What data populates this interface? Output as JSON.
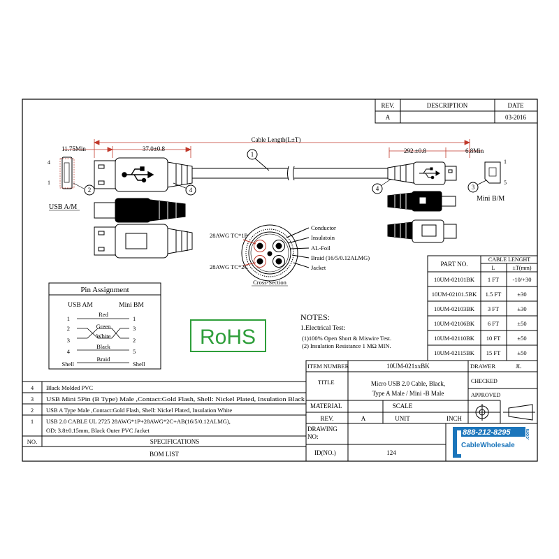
{
  "revision_block": {
    "rev_header": "REV.",
    "desc_header": "DESCRIPTION",
    "date_header": "DATE",
    "rev_value": "A",
    "date_value": "03-2016"
  },
  "dimensions": {
    "cable_length": "Cable Length(L±T)",
    "dim_1175": "11.75Min",
    "dim_370": "37.0±0.8",
    "dim_292": "292.±0.8",
    "dim_68": "6.8Min"
  },
  "callouts": {
    "c1": "1",
    "c2": "2",
    "c3": "3",
    "c4a": "4",
    "c4b": "4"
  },
  "face_labels": {
    "usb_a_pin4": "4",
    "usb_a_pin1": "1",
    "mini_pin1": "1",
    "mini_pin5": "5",
    "usb_am": "USB A/M",
    "mini_bm": "Mini B/M"
  },
  "cross_section": {
    "label_tc1p": "28AWG TC*1P",
    "label_tc2c": "28AWG TC*2C",
    "conductor": "Conductor",
    "insulation": "Insulatoin",
    "al_foil": "AL-Foil",
    "braid": "Braid (16/5/0.12ALMG)",
    "jacket": "Jacket",
    "title": "Cross-Section"
  },
  "pin_assignment": {
    "title": "Pin Assignment",
    "left_header": "USB AM",
    "right_header": "Mini BM",
    "rows": [
      {
        "left": "1",
        "wire": "Red",
        "right": "1"
      },
      {
        "left": "2",
        "wire": "Green",
        "right": "3"
      },
      {
        "left": "3",
        "wire": "White",
        "right": "2"
      },
      {
        "left": "4",
        "wire": "Black",
        "right": "5"
      },
      {
        "left": "Shell",
        "wire": "Braid",
        "right": "Shell"
      }
    ]
  },
  "rohs": "RoHS",
  "notes": {
    "title": "NOTES:",
    "line1": "1.Electrical Test:",
    "line2": "(1)100% Open Short & Miswire Test.",
    "line3": "(2) Insulation Resistance 1 MΩ  MIN."
  },
  "parts_table": {
    "part_header": "PART NO.",
    "length_header": "CABLE LENGHT",
    "l_header": "L",
    "t_header": "±T(mm)",
    "rows": [
      {
        "part": "10UM-02101BK",
        "l": "1 FT",
        "t": "-10/+30"
      },
      {
        "part": "10UM-02101.5BK",
        "l": "1.5 FT",
        "t": "±30"
      },
      {
        "part": "10UM-02103BK",
        "l": "3 FT",
        "t": "±30"
      },
      {
        "part": "10UM-02106BK",
        "l": "6 FT",
        "t": "±50"
      },
      {
        "part": "10UM-02110BK",
        "l": "10 FT",
        "t": "±50"
      },
      {
        "part": "10UM-02115BK",
        "l": "15 FT",
        "t": "±50"
      }
    ]
  },
  "title_block": {
    "item_number_label": "ITEM NUMBER",
    "item_number": "10UM-021xxBK",
    "drawer_label": "DRAWER",
    "drawer": "JL",
    "title_label": "TITLE",
    "title_line1": "Micro USB 2.0 Cable, Black,",
    "title_line2": "Type A Male / Mini -B Male",
    "checked_label": "CHECKED",
    "approved_label": "APPROVED",
    "material_label": "MATERIAL",
    "scale_label": "SCALE",
    "rev_label": "REV.",
    "rev_value": "A",
    "unit_label": "UNIT",
    "unit_value": "INCH",
    "drawing_no_label1": "DRAWING",
    "drawing_no_label2": "NO:",
    "id_label": "ID(NO.)",
    "id_value": "124"
  },
  "bom": {
    "rows": [
      {
        "no": "4",
        "spec": "Black Molded PVC"
      },
      {
        "no": "3",
        "spec": "USB Mini 5Pin (B Type) Male ,Contact:Gold Flash, Shell: Nickel Plated, Insulation Black"
      },
      {
        "no": "2",
        "spec": "USB A Type Male ,Contact:Gold Flash, Shell: Nickel Plated, Insulation White"
      },
      {
        "no": "1",
        "spec": "USB 2.0 CABLE   UL 2725 28AWG*1P+28AWG*2C+AB(16/5/0.12ALMG),",
        "spec2": "OD: 3.8±0.15mm, Black Outer PVC Jacket"
      }
    ],
    "no_header": "NO.",
    "spec_header": "SPECIFICATIONS",
    "footer": "BOM LIST"
  },
  "logo": {
    "phone": "888-212-8295",
    "name": "CableWholesale",
    "com": ".com"
  },
  "colors": {
    "dimension_red": "#c0392b",
    "rohs_green": "#2e9e3a",
    "logo_blue": "#1b75bb"
  }
}
